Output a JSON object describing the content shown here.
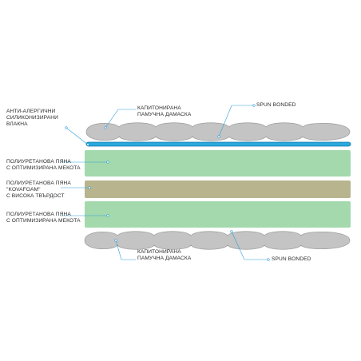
{
  "colors": {
    "quilt": "#c4c4c4",
    "quilt_stroke": "#9a9a9a",
    "blue_strip": "#2aa7dd",
    "blue_strip_stroke": "#127aa6",
    "soft_foam": "#a3d9ad",
    "hard_foam": "#b8b48e",
    "leader": "#2e9fd6"
  },
  "labels": {
    "fibers": "АНТИ-АЛЕРГИЧНИ\nСИЛИКОНИЗИРАНИ\nВЛАКНА",
    "damask_top": "КАПИТОНИРАНА\nПАМУЧНА ДАМАСКА",
    "spun_top": "SPUN BONDED",
    "foam_top": "ПОЛИУРЕТАНОВА ПЯНА\nС ОПТИМИЗИРАНА МЕКОТА",
    "kovafoam": "ПОЛИУРЕТАНОВА ПЯНА\n\"KOVAFOAM\"\nС ВИСОКА ТВЪРДОСТ",
    "foam_bottom": "ПОЛИУРЕТАНОВА ПЯНА\nС ОПТИМИЗИРАНА МЕКОТА",
    "damask_bottom": "КАПИТОНИРАНА\nПАМУЧНА ДАМАСКА",
    "spun_bottom": "SPUN BONDED"
  }
}
